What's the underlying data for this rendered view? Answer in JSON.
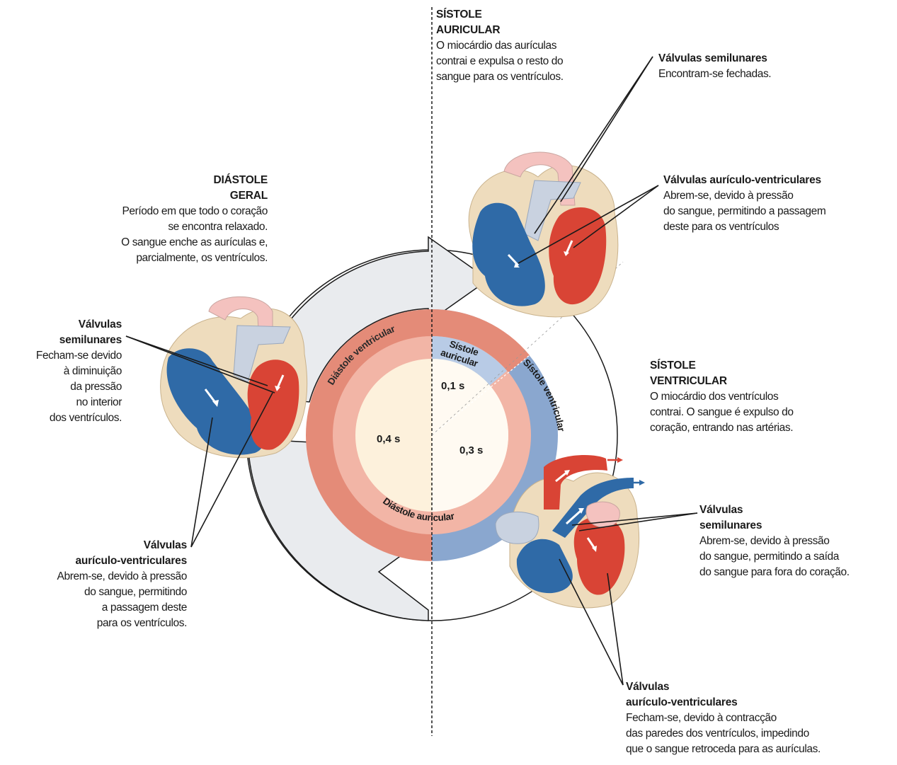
{
  "phases": {
    "atrial_systole": {
      "title_line1": "SÍSTOLE",
      "title_line2": "AURICULAR",
      "desc": [
        "O miocárdio das aurículas",
        "contrai e expulsa o resto do",
        "sangue para os ventrículos."
      ]
    },
    "general_diastole": {
      "title_line1": "DIÁSTOLE",
      "title_line2": "GERAL",
      "desc": [
        "Período em que todo o coração",
        "se encontra relaxado.",
        "O sangue enche as aurículas e,",
        "parcialmente, os ventrículos."
      ]
    },
    "ventricular_systole": {
      "title_line1": "SÍSTOLE",
      "title_line2": "VENTRICULAR",
      "desc": [
        "O miocárdio dos ventrículos",
        "contrai. O sangue é expulso do",
        "coração, entrando nas artérias."
      ]
    }
  },
  "valves": {
    "top_semilunar": [
      "Válvulas semilunares",
      "Encontram-se fechadas."
    ],
    "top_av": [
      "Válvulas aurículo-ventriculares",
      "Abrem-se, devido à pressão",
      "do sangue, permitindo a passagem",
      "deste para os ventrículos"
    ],
    "left_semilunar": [
      "Válvulas",
      "semilunares",
      "Fecham-se devido",
      "à diminuição",
      "da pressão",
      "no interior",
      "dos ventrículos."
    ],
    "left_av": [
      "Válvulas",
      "aurículo-ventriculares",
      "Abrem-se, devido à pressão",
      "do sangue, permitindo",
      "a passagem deste",
      "para os ventrículos."
    ],
    "right_semilunar": [
      "Válvulas",
      "semilunares",
      "Abrem-se, devido à pressão",
      "do sangue, permitindo a saída",
      "do sangue para fora do coração."
    ],
    "bottom_av": [
      "Válvulas",
      "aurículo-ventriculares",
      "Fecham-se, devido à contracção",
      "das paredes dos ventrículos, impedindo",
      "que o sangue retroceda para as aurículas."
    ]
  },
  "ring": {
    "outer_left": "Diástole ventricular",
    "inner_bottom": "Diástole auricular",
    "outer_right": "Sístole ventricular",
    "atrial_systole_1": "Sístole",
    "atrial_systole_2": "auricular"
  },
  "times": {
    "left": "0,4 s",
    "top": "0,1 s",
    "right": "0,3 s"
  },
  "colors": {
    "ventricular_diastole": "#e48b78",
    "atrial_diastole": "#f2b5a6",
    "atrial_systole": "#b8cbe6",
    "ventricular_systole": "#8aa7cf",
    "center": "#fdf1dc",
    "arrow": "#e9ebee",
    "blood_blue": "#2f6aa7",
    "blood_red": "#d94435"
  }
}
